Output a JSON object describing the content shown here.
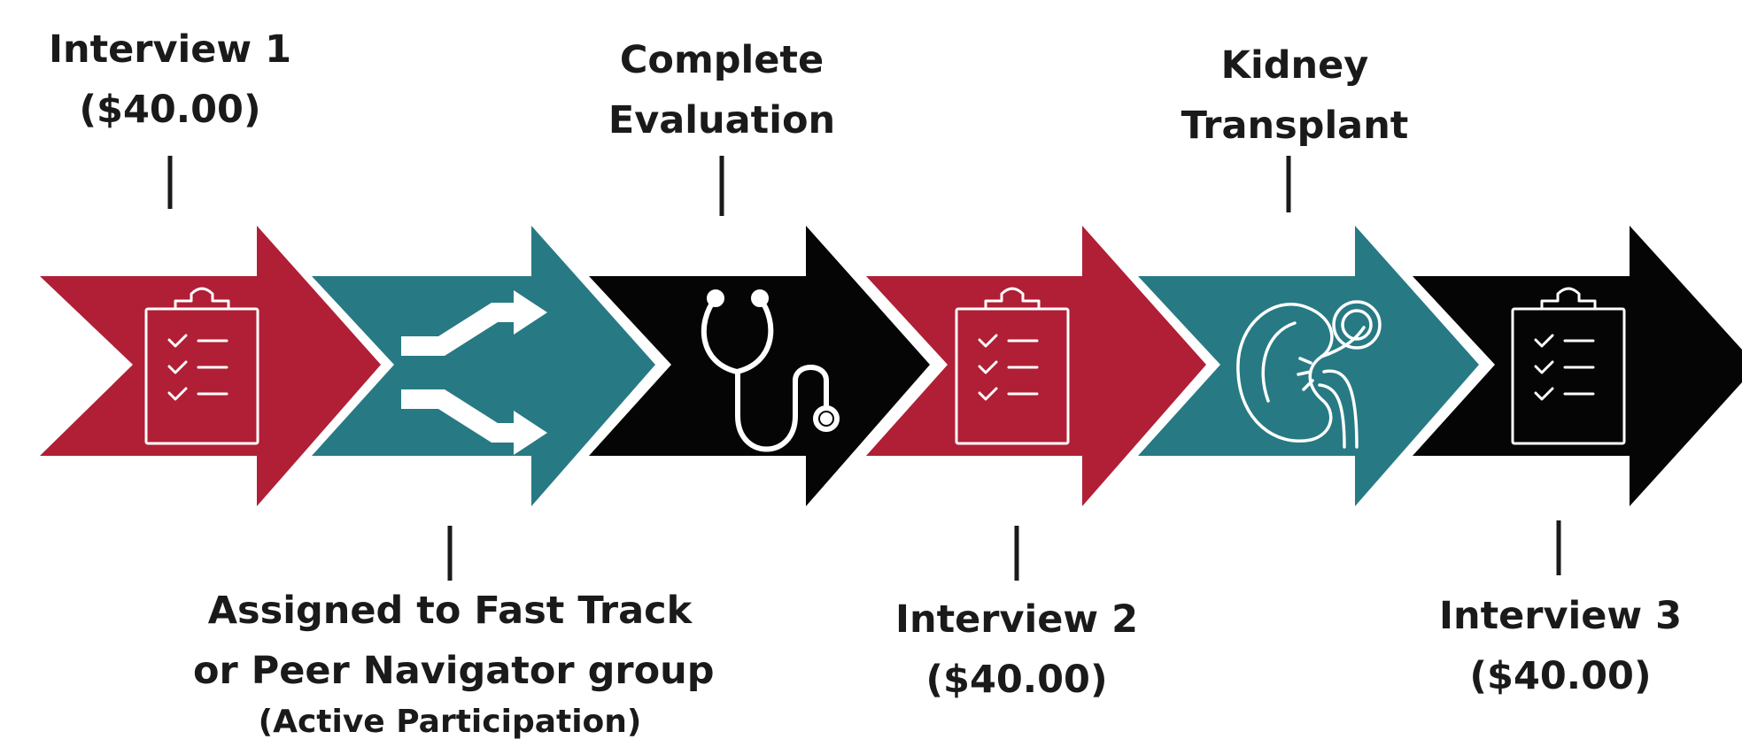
{
  "colors": {
    "red": "#b01f36",
    "teal": "#277a84",
    "black": "#050505",
    "icon": "#ffffff",
    "text": "#1a1a1a"
  },
  "steps": [
    {
      "color": "red",
      "icon": "clipboard-checklist-icon"
    },
    {
      "color": "teal",
      "icon": "shuffle-icon"
    },
    {
      "color": "black",
      "icon": "stethoscope-icon"
    },
    {
      "color": "red",
      "icon": "clipboard-checklist-icon"
    },
    {
      "color": "teal",
      "icon": "kidney-icon"
    },
    {
      "color": "black",
      "icon": "clipboard-checklist-icon"
    }
  ],
  "labels": {
    "interview1": {
      "line1": "Interview 1",
      "line2": "($40.00)"
    },
    "evaluation": {
      "line1": "Complete",
      "line2": "Evaluation"
    },
    "transplant": {
      "line1": "Kidney",
      "line2": "Transplant"
    },
    "assigned": {
      "line1": "Assigned to Fast Track",
      "line2": "or Peer Navigator group",
      "line3": "(Active Participation)"
    },
    "interview2": {
      "line1": "Interview 2",
      "line2": "($40.00)"
    },
    "interview3": {
      "line1": "Interview 3",
      "line2": "($40.00)"
    }
  }
}
